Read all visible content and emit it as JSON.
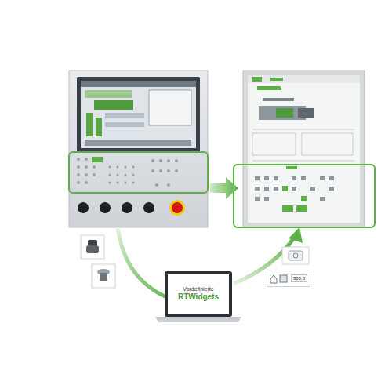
{
  "diagram": {
    "nodes": [
      {
        "text": [
          "Vordefinierte",
          "RTWidgets"
        ]
      },
      {
        "text": [
          "300.0"
        ]
      }
    ]
  }
}
